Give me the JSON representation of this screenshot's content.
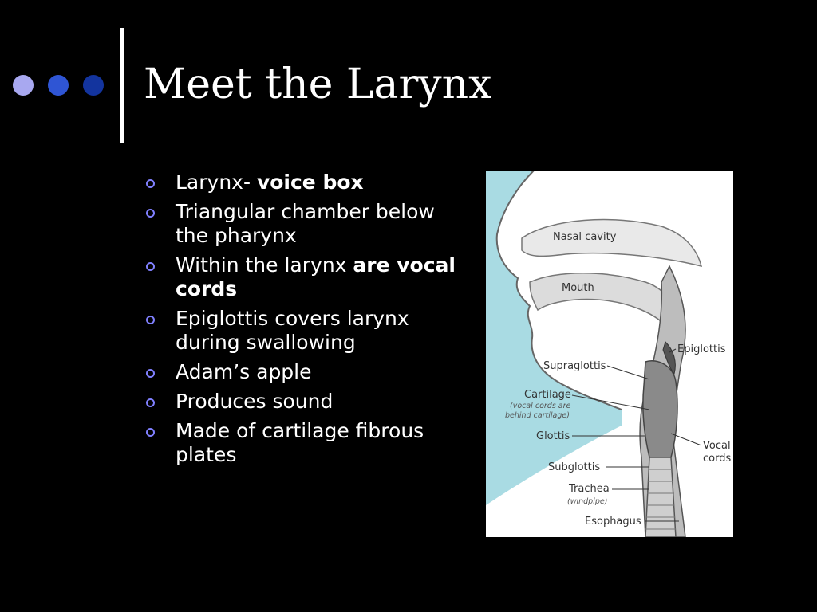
{
  "slide": {
    "title": "Meet the Larynx",
    "accent_colors": {
      "dot1": "#a8a8f0",
      "dot2": "#2f55d4",
      "dot3": "#13349e",
      "bullet_marker": "#8080ff"
    },
    "bullets": [
      {
        "plain": "Larynx- ",
        "bold": "voice box",
        "after": ""
      },
      {
        "plain": "Triangular chamber below the pharynx",
        "bold": "",
        "after": ""
      },
      {
        "plain": "Within the larynx ",
        "bold": "are vocal cords",
        "after": ""
      },
      {
        "plain": "Epiglottis covers larynx during swallowing",
        "bold": "",
        "after": ""
      },
      {
        "plain": "Adam’s apple",
        "bold": "",
        "after": ""
      },
      {
        "plain": "Produces sound",
        "bold": "",
        "after": ""
      },
      {
        "plain": "Made of cartilage fibrous plates",
        "bold": "",
        "after": ""
      }
    ]
  },
  "diagram": {
    "labels": {
      "nasal_cavity": "Nasal cavity",
      "mouth": "Mouth",
      "epiglottis": "Epiglottis",
      "supraglottis": "Supraglottis",
      "cartilage": "Cartilage",
      "cartilage_note_1": "(vocal cords are",
      "cartilage_note_2": "behind cartilage)",
      "glottis": "Glottis",
      "vocal_cords_1": "Vocal",
      "vocal_cords_2": "cords",
      "subglottis": "Subglottis",
      "trachea": "Trachea",
      "trachea_note": "(windpipe)",
      "esophagus": "Esophagus"
    },
    "colors": {
      "background": "#ffffff",
      "airway": "#a9dbe3"
    }
  }
}
